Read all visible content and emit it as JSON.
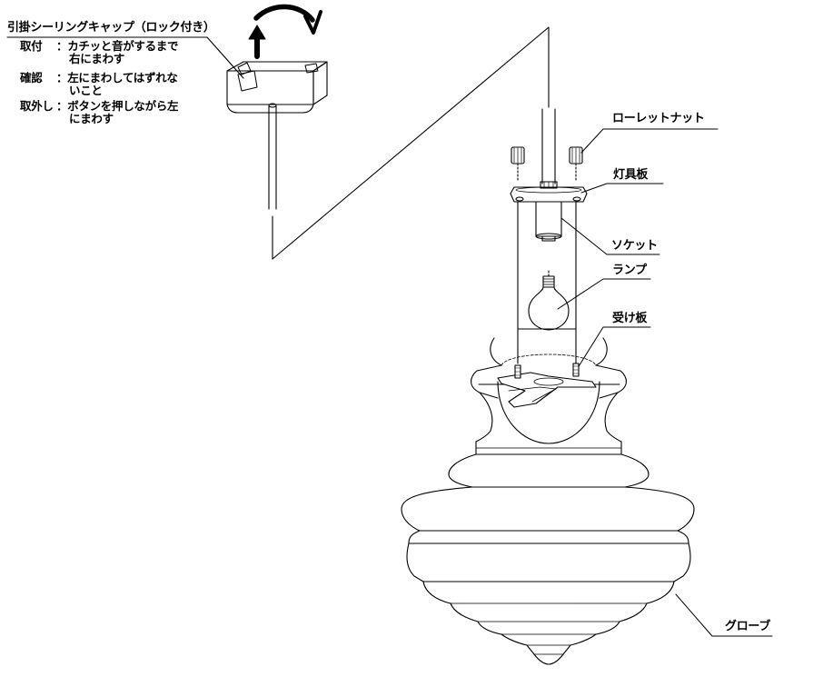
{
  "title": "引掛シーリングキャップ（ロック付き）",
  "instructions": [
    {
      "term": "取付",
      "text1": "：カチッと音がするまで",
      "text2": "右にまわす"
    },
    {
      "term": "確認",
      "text1": "：左にまわしてはずれな",
      "text2": "いこと"
    },
    {
      "term": "取外し",
      "text1": "：ボタンを押しながら左",
      "text2": "にまわす"
    }
  ],
  "parts": {
    "knurled_nut": "ローレットナット",
    "fixture_plate": "灯具板",
    "socket": "ソケット",
    "lamp": "ランプ",
    "receiving_plate": "受け板",
    "globe": "グローブ"
  }
}
